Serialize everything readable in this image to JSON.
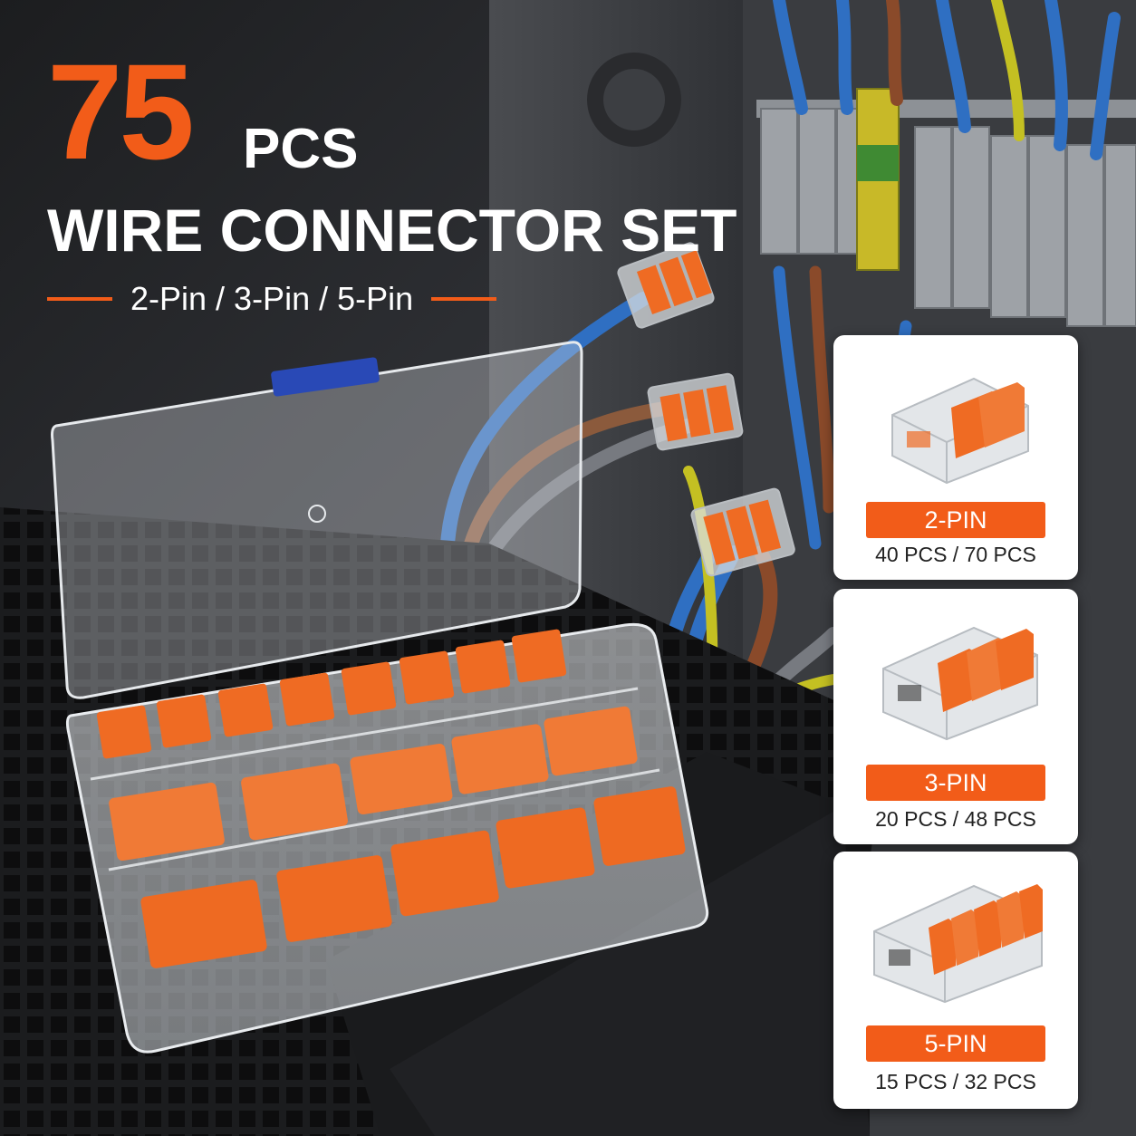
{
  "headline": {
    "count": "75",
    "unit": "PCS",
    "title": "WIRE CONNECTOR SET",
    "subtitle": "2-Pin / 3-Pin / 5-Pin"
  },
  "variants": [
    {
      "label": "2-PIN",
      "counts": "40 PCS / 70 PCS"
    },
    {
      "label": "3-PIN",
      "counts": "20 PCS / 48 PCS"
    },
    {
      "label": "5-PIN",
      "counts": "15 PCS / 32 PCS"
    }
  ],
  "colors": {
    "accent": "#f25c19",
    "text": "#ffffff",
    "card_bg": "#ffffff",
    "count_text": "#222222"
  }
}
